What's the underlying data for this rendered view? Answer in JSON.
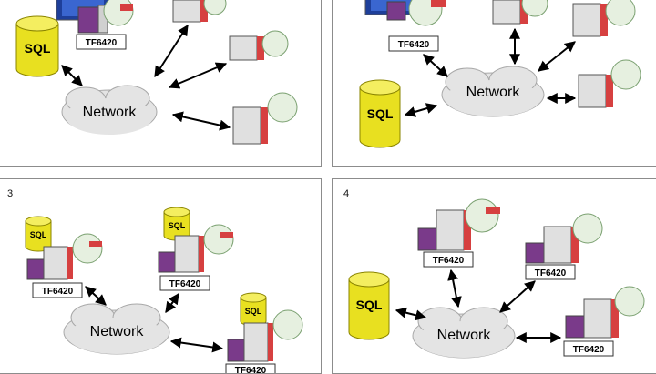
{
  "panels": [
    {
      "number": "",
      "labels": {
        "sql": "SQL",
        "network": "Network",
        "tf": "TF6420"
      }
    },
    {
      "number": "",
      "labels": {
        "sql": "SQL",
        "network": "Network",
        "tf": "TF6420"
      }
    },
    {
      "number": "3",
      "labels": {
        "sql": "SQL",
        "network": "Network",
        "tf": "TF6420"
      }
    },
    {
      "number": "4",
      "labels": {
        "sql": "SQL",
        "network": "Network",
        "tf": "TF6420"
      }
    }
  ],
  "colors": {
    "cloud": "#e4e4e4",
    "cloud_stroke": "#a8a8a8",
    "db_yellow": "#e8e020",
    "db_dark": "#b8ae00",
    "plc_accent": "#d64040",
    "ipc_purple": "#7a3a8a",
    "monitor_blue": "#1e3f9a"
  },
  "icons": [
    "sql-database-icon",
    "network-cloud-icon",
    "plc-controller-icon",
    "ipc-device-icon",
    "monitor-icon",
    "dvd-disc-icon"
  ]
}
